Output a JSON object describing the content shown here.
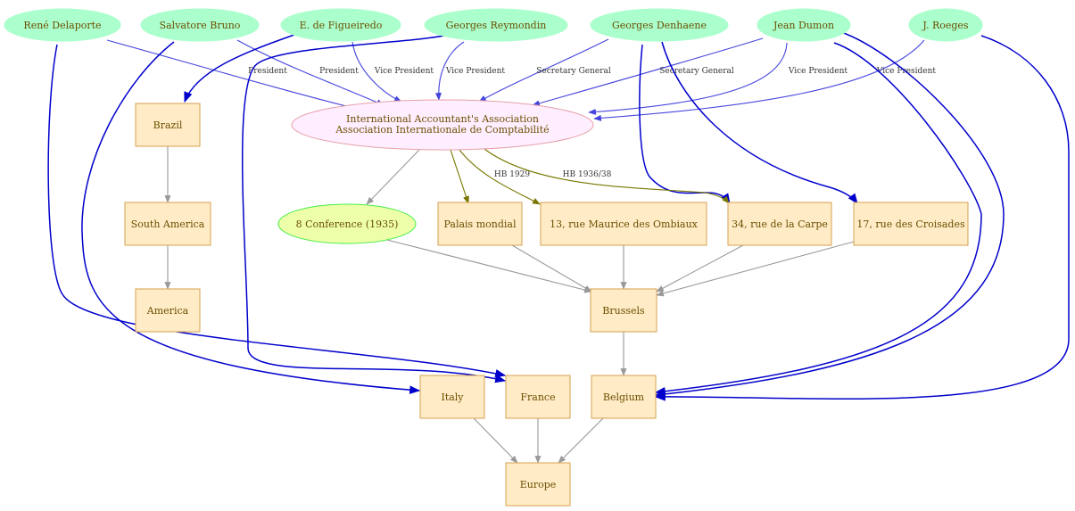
{
  "colors": {
    "person_fill": "#aaffcc",
    "place_fill": "#ffecc6",
    "place_stroke": "#d4a050",
    "org_fill": "#ffeeff",
    "org_stroke": "#e6a0a8",
    "event_fill": "#eeffaa",
    "event_stroke": "#44ee44",
    "text": "#6b4e00",
    "edge_role": "#4444dd",
    "edge_address": "#0000cc",
    "edge_gray": "#999999",
    "edge_olive": "#777700"
  },
  "nodes": [
    {
      "id": "rene",
      "kind": "person",
      "label": "René Delaporte"
    },
    {
      "id": "salvatore",
      "kind": "person",
      "label": "Salvatore Bruno"
    },
    {
      "id": "figueiredo",
      "kind": "person",
      "label": "E. de Figueiredo"
    },
    {
      "id": "reymondin",
      "kind": "person",
      "label": "Georges Reymondin"
    },
    {
      "id": "denhaene",
      "kind": "person",
      "label": "Georges Denhaene"
    },
    {
      "id": "dumon",
      "kind": "person",
      "label": "Jean Dumon"
    },
    {
      "id": "roeges",
      "kind": "person",
      "label": "J. Roeges"
    },
    {
      "id": "iaa",
      "kind": "org",
      "label": "International Accountant's Association",
      "label2": "Association Internationale de Comptabilité"
    },
    {
      "id": "conf",
      "kind": "event",
      "label": "8 Conference (1935)"
    },
    {
      "id": "palais",
      "kind": "place",
      "label": "Palais mondial"
    },
    {
      "id": "ombiaux",
      "kind": "place",
      "label": "13,  rue  Maurice  des  Ombiaux"
    },
    {
      "id": "carpe",
      "kind": "place",
      "label": "34, rue de la Carpe"
    },
    {
      "id": "croisades",
      "kind": "place",
      "label": "17, rue des Croisades"
    },
    {
      "id": "brazil",
      "kind": "place",
      "label": "Brazil"
    },
    {
      "id": "southam",
      "kind": "place",
      "label": "South America"
    },
    {
      "id": "america",
      "kind": "place",
      "label": "America"
    },
    {
      "id": "brussels",
      "kind": "place",
      "label": "Brussels"
    },
    {
      "id": "italy",
      "kind": "place",
      "label": "Italy"
    },
    {
      "id": "france",
      "kind": "place",
      "label": "France"
    },
    {
      "id": "belgium",
      "kind": "place",
      "label": "Belgium"
    },
    {
      "id": "europe",
      "kind": "place",
      "label": "Europe"
    }
  ],
  "edges": [
    {
      "from": "rene",
      "to": "iaa",
      "style": "role",
      "label": "President"
    },
    {
      "from": "salvatore",
      "to": "iaa",
      "style": "role",
      "label": "President"
    },
    {
      "from": "figueiredo",
      "to": "iaa",
      "style": "role",
      "label": "Vice President"
    },
    {
      "from": "reymondin",
      "to": "iaa",
      "style": "role",
      "label": "Vice President"
    },
    {
      "from": "denhaene",
      "to": "iaa",
      "style": "role",
      "label": "Secretary General"
    },
    {
      "from": "dumon",
      "to": "iaa",
      "style": "role",
      "label": "Secretary General"
    },
    {
      "from": "dumon",
      "to": "iaa",
      "style": "role",
      "label": "Vice President"
    },
    {
      "from": "roeges",
      "to": "iaa",
      "style": "role",
      "label": "Vice President"
    },
    {
      "from": "figueiredo",
      "to": "brazil",
      "style": "address",
      "label": ""
    },
    {
      "from": "rene",
      "to": "france",
      "style": "address",
      "label": ""
    },
    {
      "from": "salvatore",
      "to": "italy",
      "style": "address",
      "label": ""
    },
    {
      "from": "reymondin",
      "to": "france",
      "style": "address",
      "label": ""
    },
    {
      "from": "denhaene",
      "to": "carpe",
      "style": "address",
      "label": ""
    },
    {
      "from": "dumon",
      "to": "croisades",
      "style": "address",
      "label": ""
    },
    {
      "from": "dumon",
      "to": "belgium",
      "style": "address",
      "label": ""
    },
    {
      "from": "denhaene",
      "to": "belgium",
      "style": "address",
      "label": ""
    },
    {
      "from": "roeges",
      "to": "belgium",
      "style": "address",
      "label": ""
    },
    {
      "from": "iaa",
      "to": "conf",
      "style": "gray",
      "label": ""
    },
    {
      "from": "iaa",
      "to": "palais",
      "style": "olive",
      "label": ""
    },
    {
      "from": "iaa",
      "to": "ombiaux",
      "style": "olive",
      "label": "HB 1929"
    },
    {
      "from": "iaa",
      "to": "carpe",
      "style": "olive",
      "label": "HB 1936/38"
    },
    {
      "from": "brazil",
      "to": "southam",
      "style": "gray",
      "label": ""
    },
    {
      "from": "southam",
      "to": "america",
      "style": "gray",
      "label": ""
    },
    {
      "from": "conf",
      "to": "brussels",
      "style": "gray",
      "label": ""
    },
    {
      "from": "palais",
      "to": "brussels",
      "style": "gray",
      "label": ""
    },
    {
      "from": "ombiaux",
      "to": "brussels",
      "style": "gray",
      "label": ""
    },
    {
      "from": "carpe",
      "to": "brussels",
      "style": "gray",
      "label": ""
    },
    {
      "from": "croisades",
      "to": "brussels",
      "style": "gray",
      "label": ""
    },
    {
      "from": "brussels",
      "to": "belgium",
      "style": "gray",
      "label": ""
    },
    {
      "from": "italy",
      "to": "europe",
      "style": "gray",
      "label": ""
    },
    {
      "from": "france",
      "to": "europe",
      "style": "gray",
      "label": ""
    },
    {
      "from": "belgium",
      "to": "europe",
      "style": "gray",
      "label": ""
    }
  ]
}
